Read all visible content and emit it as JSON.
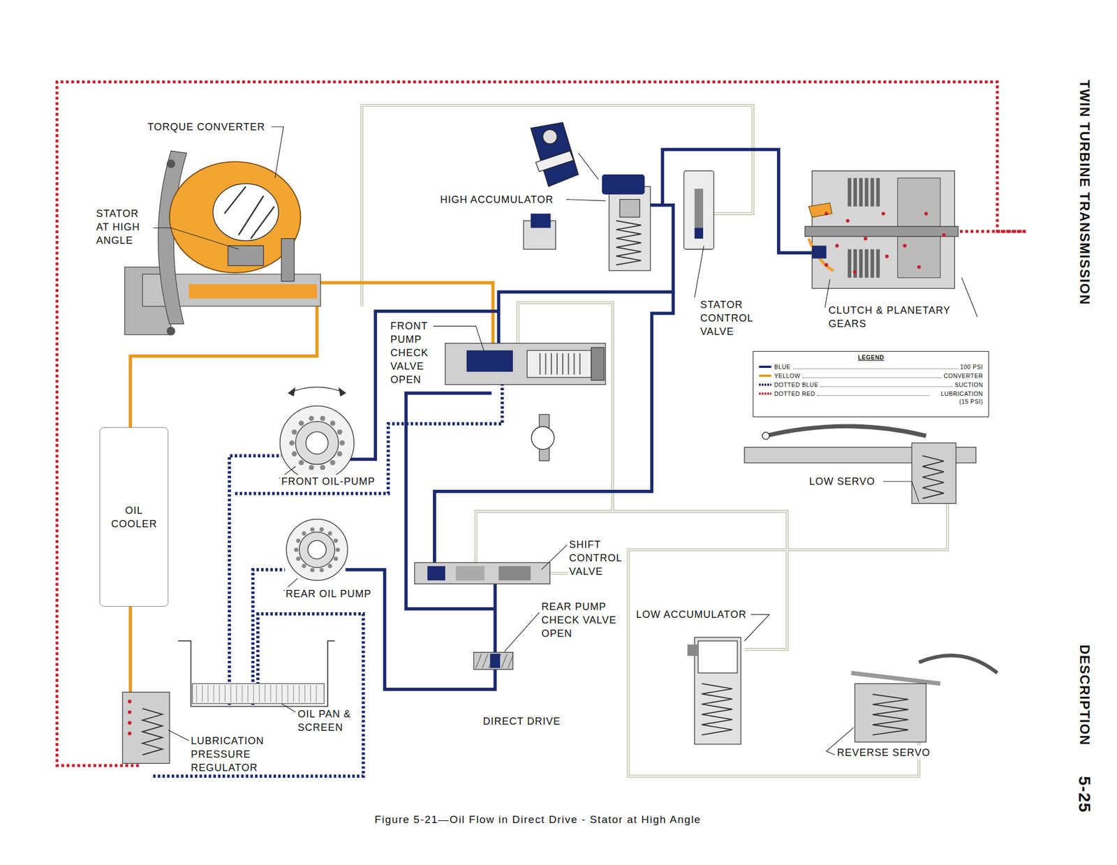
{
  "diagram": {
    "title": "TWIN TURBINE TRANSMISSION",
    "caption": "Figure 5-21—Oil Flow in Direct Drive - Stator at High Angle",
    "nodes": [
      {
        "text": [
          "OIL COOLER"
        ]
      },
      {
        "text": [
          "LEGEND"
        ]
      }
    ],
    "labels": [
      "TORQUE CONVERTER",
      "STATOR AT HIGH ANGLE",
      "HIGH ACCUMULATOR",
      "STATOR CONTROL VALVE",
      "CLUTCH & PLANETARY GEARS",
      "FRONT PUMP CHECK VALVE OPEN",
      "FRONT OIL-PUMP",
      "REAR OIL PUMP",
      "SHIFT CONTROL VALVE",
      "REAR PUMP CHECK VALVE OPEN",
      "LOW ACCUMULATOR",
      "LOW SERVO",
      "REVERSE SERVO",
      "OIL PAN & SCREEN",
      "LUBRICATION PRESSURE REGULATOR",
      "DIRECT DRIVE",
      "DESCRIPTION",
      "5-25",
      "100 PSI",
      "CONVERTER",
      "SUCTION",
      "LUBRICATION (15 PSI)"
    ],
    "legend": [
      {
        "text": "BLUE",
        "color": "#1b2a6e"
      },
      {
        "text": "YELLOW",
        "color": "#e89a1c"
      },
      {
        "text": "DOTTED BLUE",
        "color": "#1b2a6e"
      },
      {
        "text": "DOTTED RED",
        "color": "#c8202a"
      }
    ]
  }
}
